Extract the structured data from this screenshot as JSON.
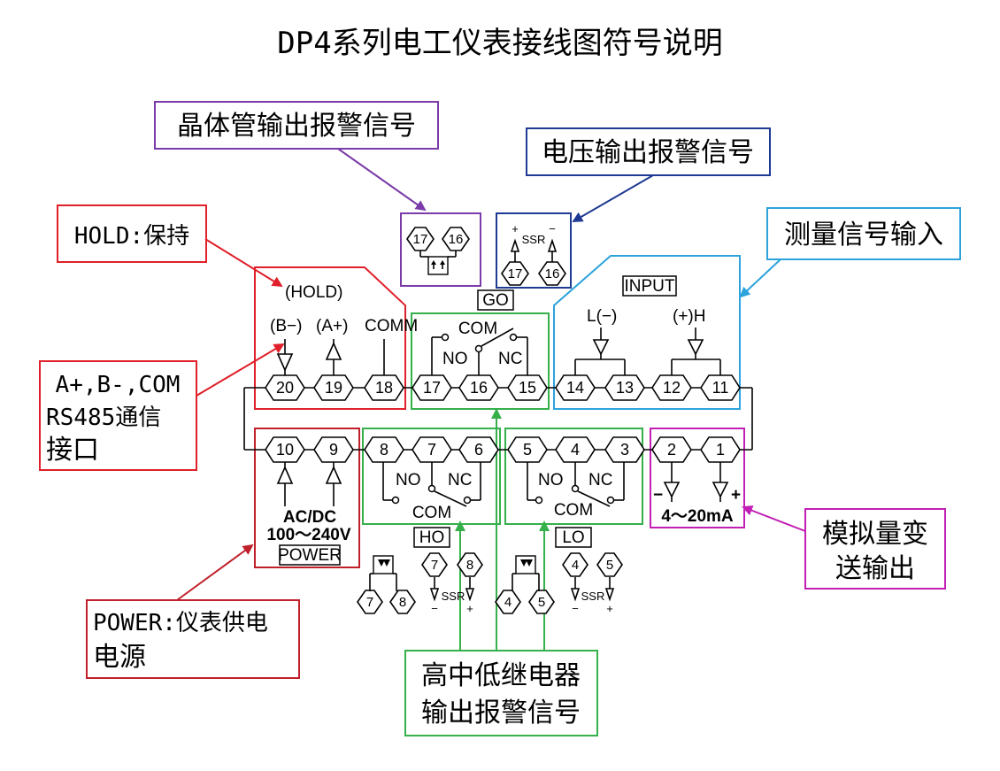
{
  "title": "DP4系列电工仪表接线图符号说明",
  "callouts": {
    "transistor": "晶体管输出报警信号",
    "voltage": "电压输出报警信号",
    "hold": "HOLD:保持",
    "measure": "测量信号输入",
    "rs485_line1": "A+,B-,COM",
    "rs485_line2": "RS485通信",
    "rs485_line3": "接口",
    "analog_line1": "模拟量变",
    "analog_line2": "送输出",
    "power_line1": "POWER:仪表供电",
    "power_line2": "电源",
    "relay_line1": "高中低继电器",
    "relay_line2": "输出报警信号"
  },
  "labels": {
    "hold_paren": "(HOLD)",
    "b_minus": "(B−)",
    "a_plus": "(A+)",
    "comm": "COMM",
    "go": "GO",
    "com": "COM",
    "no": "NO",
    "nc": "NC",
    "input": "INPUT",
    "l_minus": "L(−)",
    "plus_h": "(+)H",
    "ac_dc": "AC/DC",
    "voltage_range": "100～240V",
    "power": "POWER",
    "ho": "HO",
    "lo": "LO",
    "current_range": "4～20mA",
    "ssr": "SSR",
    "plus": "+",
    "minus": "−"
  },
  "terminals": {
    "top_row": [
      "20",
      "19",
      "18",
      "17",
      "16",
      "15",
      "14",
      "13",
      "12",
      "11"
    ],
    "bottom_row": [
      "10",
      "9",
      "8",
      "7",
      "6",
      "5",
      "4",
      "3",
      "2",
      "1"
    ],
    "go_transistor": [
      "17",
      "16"
    ],
    "go_ssr": [
      "17",
      "16"
    ],
    "ho_transistor": [
      "7",
      "8"
    ],
    "ho_ssr": [
      "7",
      "8"
    ],
    "lo_transistor": [
      "4",
      "5"
    ],
    "lo_ssr": [
      "4",
      "5"
    ]
  },
  "colors": {
    "red": "#e0202a",
    "purple": "#7a3ca8",
    "navy": "#1f3a93",
    "sky": "#2da3dc",
    "green": "#35b04a",
    "magenta": "#c21fb4",
    "dark_red": "#c0202a"
  }
}
